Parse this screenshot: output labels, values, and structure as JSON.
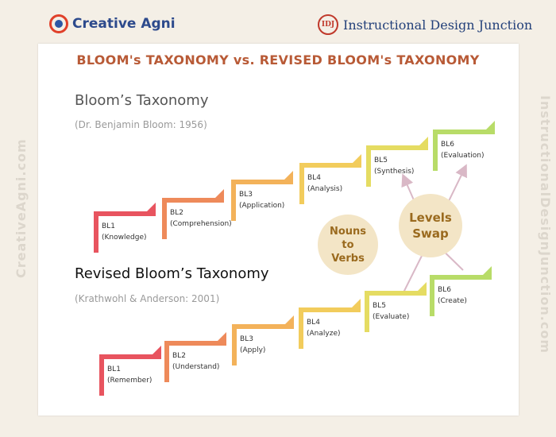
{
  "logos": {
    "left_name": "Creative Agni",
    "right_badge": "IDJ",
    "right_name": "Instructional Design Junction"
  },
  "watermarks": {
    "left": "CreativeAgni.com",
    "right": "InstructionalDesignJunction.com"
  },
  "title": "BLOOM's TAXONOMY vs. REVISED BLOOM's TAXONOMY",
  "original": {
    "heading": "Bloom’s Taxonomy",
    "source": "(Dr. Benjamin Bloom: 1956)",
    "levels": [
      {
        "code": "BL1",
        "name": "(Knowledge)"
      },
      {
        "code": "BL2",
        "name": "(Comprehension)"
      },
      {
        "code": "BL3",
        "name": "(Application)"
      },
      {
        "code": "BL4",
        "name": "(Analysis)"
      },
      {
        "code": "BL5",
        "name": "(Synthesis)"
      },
      {
        "code": "BL6",
        "name": "(Evaluation)"
      }
    ]
  },
  "revised": {
    "heading": "Revised Bloom’s Taxonomy",
    "source": "(Krathwohl & Anderson: 2001)",
    "levels": [
      {
        "code": "BL1",
        "name": "(Remember)"
      },
      {
        "code": "BL2",
        "name": "(Understand)"
      },
      {
        "code": "BL3",
        "name": "(Apply)"
      },
      {
        "code": "BL4",
        "name": "(Analyze)"
      },
      {
        "code": "BL5",
        "name": "(Evaluate)"
      },
      {
        "code": "BL6",
        "name": "(Create)"
      }
    ]
  },
  "callouts": {
    "nouns_to_verbs": [
      "Nouns",
      "to",
      "Verbs"
    ],
    "levels_swap": [
      "Levels",
      "Swap"
    ]
  },
  "colors": {
    "steps": [
      "#e8545f",
      "#ee8a5a",
      "#f3b25a",
      "#f2cc5c",
      "#e5dc62",
      "#b8dc68"
    ],
    "arrow": "#d9b8c6",
    "title": "#b85a36"
  }
}
